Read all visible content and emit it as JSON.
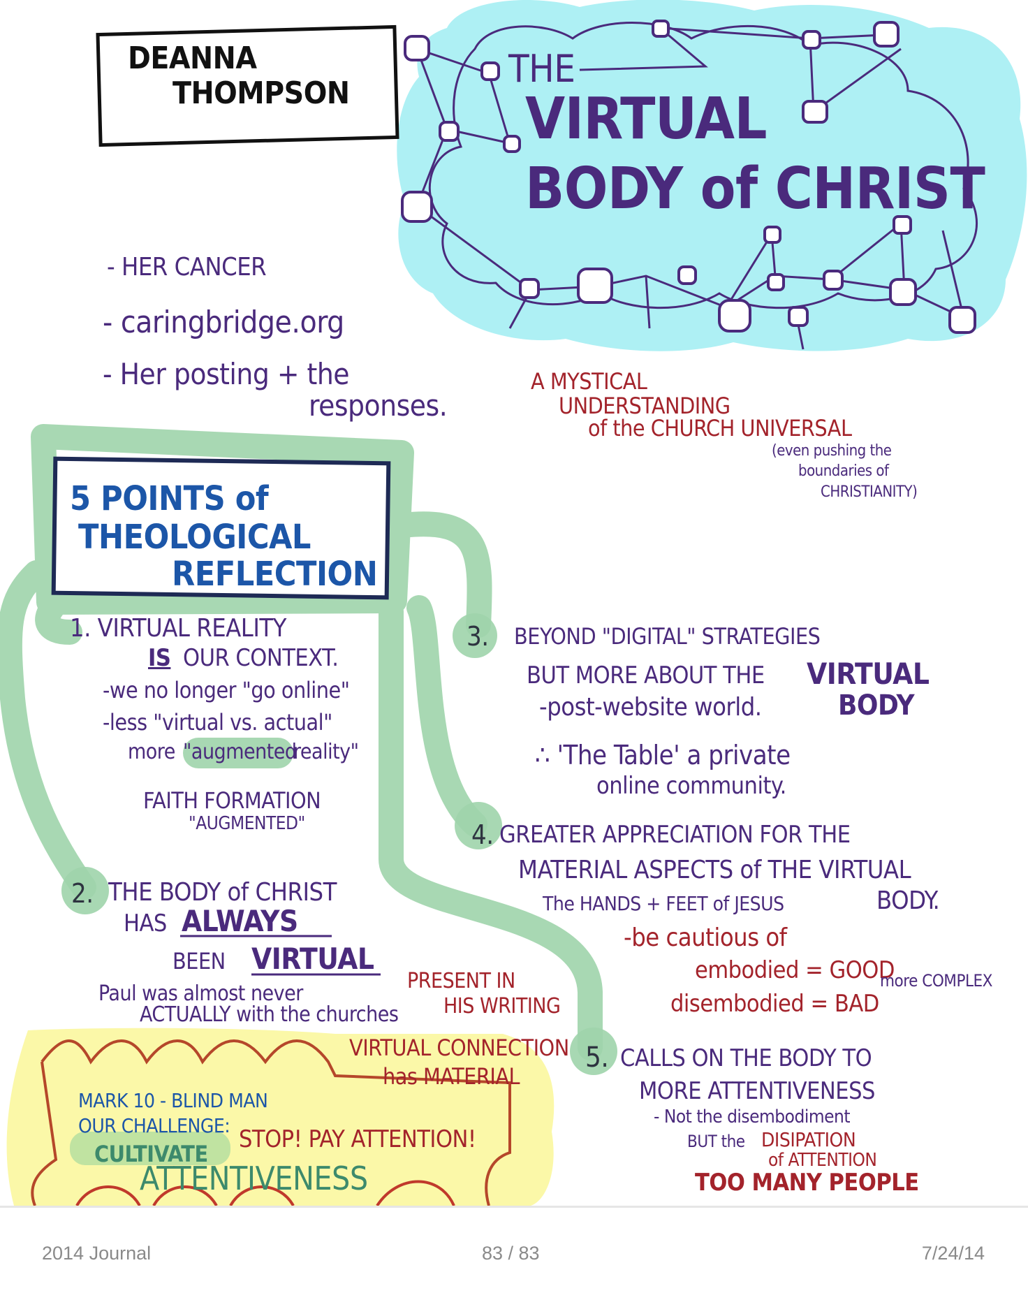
{
  "sketch": {
    "speaker": [
      "DEANNA",
      "THOMPSON"
    ],
    "title": [
      "THE",
      "VIRTUAL",
      "BODY of CHRIST"
    ],
    "intro_notes": [
      "- HER CANCER",
      "- caringbridge.org",
      "- Her posting + the",
      "responses."
    ],
    "mystical": [
      "A MYSTICAL",
      "UNDERSTANDING",
      "of the CHURCH UNIVERSAL",
      "(even pushing the",
      "boundaries of",
      "CHRISTIANITY)"
    ],
    "heading": [
      "5 POINTS of",
      "THEOLOGICAL",
      "REFLECTION"
    ],
    "point1": [
      "1. VIRTUAL REALITY",
      "IS",
      "OUR CONTEXT.",
      "-we no longer \"go online\"",
      "-less \"virtual vs. actual\"",
      "more",
      "\"augmented",
      "reality\"",
      "FAITH FORMATION",
      "\"AUGMENTED\""
    ],
    "point2": [
      "2.",
      "THE BODY of CHRIST",
      "HAS",
      "ALWAYS",
      "BEEN",
      "VIRTUAL",
      "Paul was almost never",
      "ACTUALLY with the churches"
    ],
    "point2_red": [
      "PRESENT IN",
      "HIS WRITING",
      "VIRTUAL CONNECTION",
      "has MATERIAL"
    ],
    "challenge": [
      "MARK 10 - BLIND MAN",
      "OUR CHALLENGE:",
      "CULTIVATE",
      "STOP! PAY ATTENTION!",
      "ATTENTIVENESS"
    ],
    "point3": [
      "3.",
      "BEYOND \"DIGITAL\" STRATEGIES",
      "BUT MORE ABOUT THE",
      "VIRTUAL",
      "BODY",
      "-post-website world.",
      "∴ 'The Table' a private",
      "online community."
    ],
    "point4": [
      "4.",
      "GREATER APPRECIATION FOR THE",
      "MATERIAL ASPECTS of THE VIRTUAL",
      "The HANDS + FEET of JESUS",
      "BODY."
    ],
    "point4_red": [
      "-be cautious of",
      "embodied = GOOD",
      "disembodied = BAD"
    ],
    "point4_note": "more COMPLEX",
    "point5": [
      "5.",
      "CALLS ON THE BODY TO",
      "MORE ATTENTIVENESS",
      "- Not the disembodiment",
      "BUT the"
    ],
    "point5_red": [
      "DISIPATION",
      "of ATTENTION",
      "TOO MANY PEOPLE"
    ]
  },
  "footer": {
    "journal": "2014 Journal",
    "page": "83 / 83",
    "date": "7/24/14"
  },
  "colors": {
    "purple": "#4a2a7c",
    "red": "#a3232b",
    "blue": "#1c56a8",
    "green_highlight": "#9fd4ab",
    "cyan_cloud": "#aef0f4",
    "yellow_burst": "#fbf8a8"
  }
}
